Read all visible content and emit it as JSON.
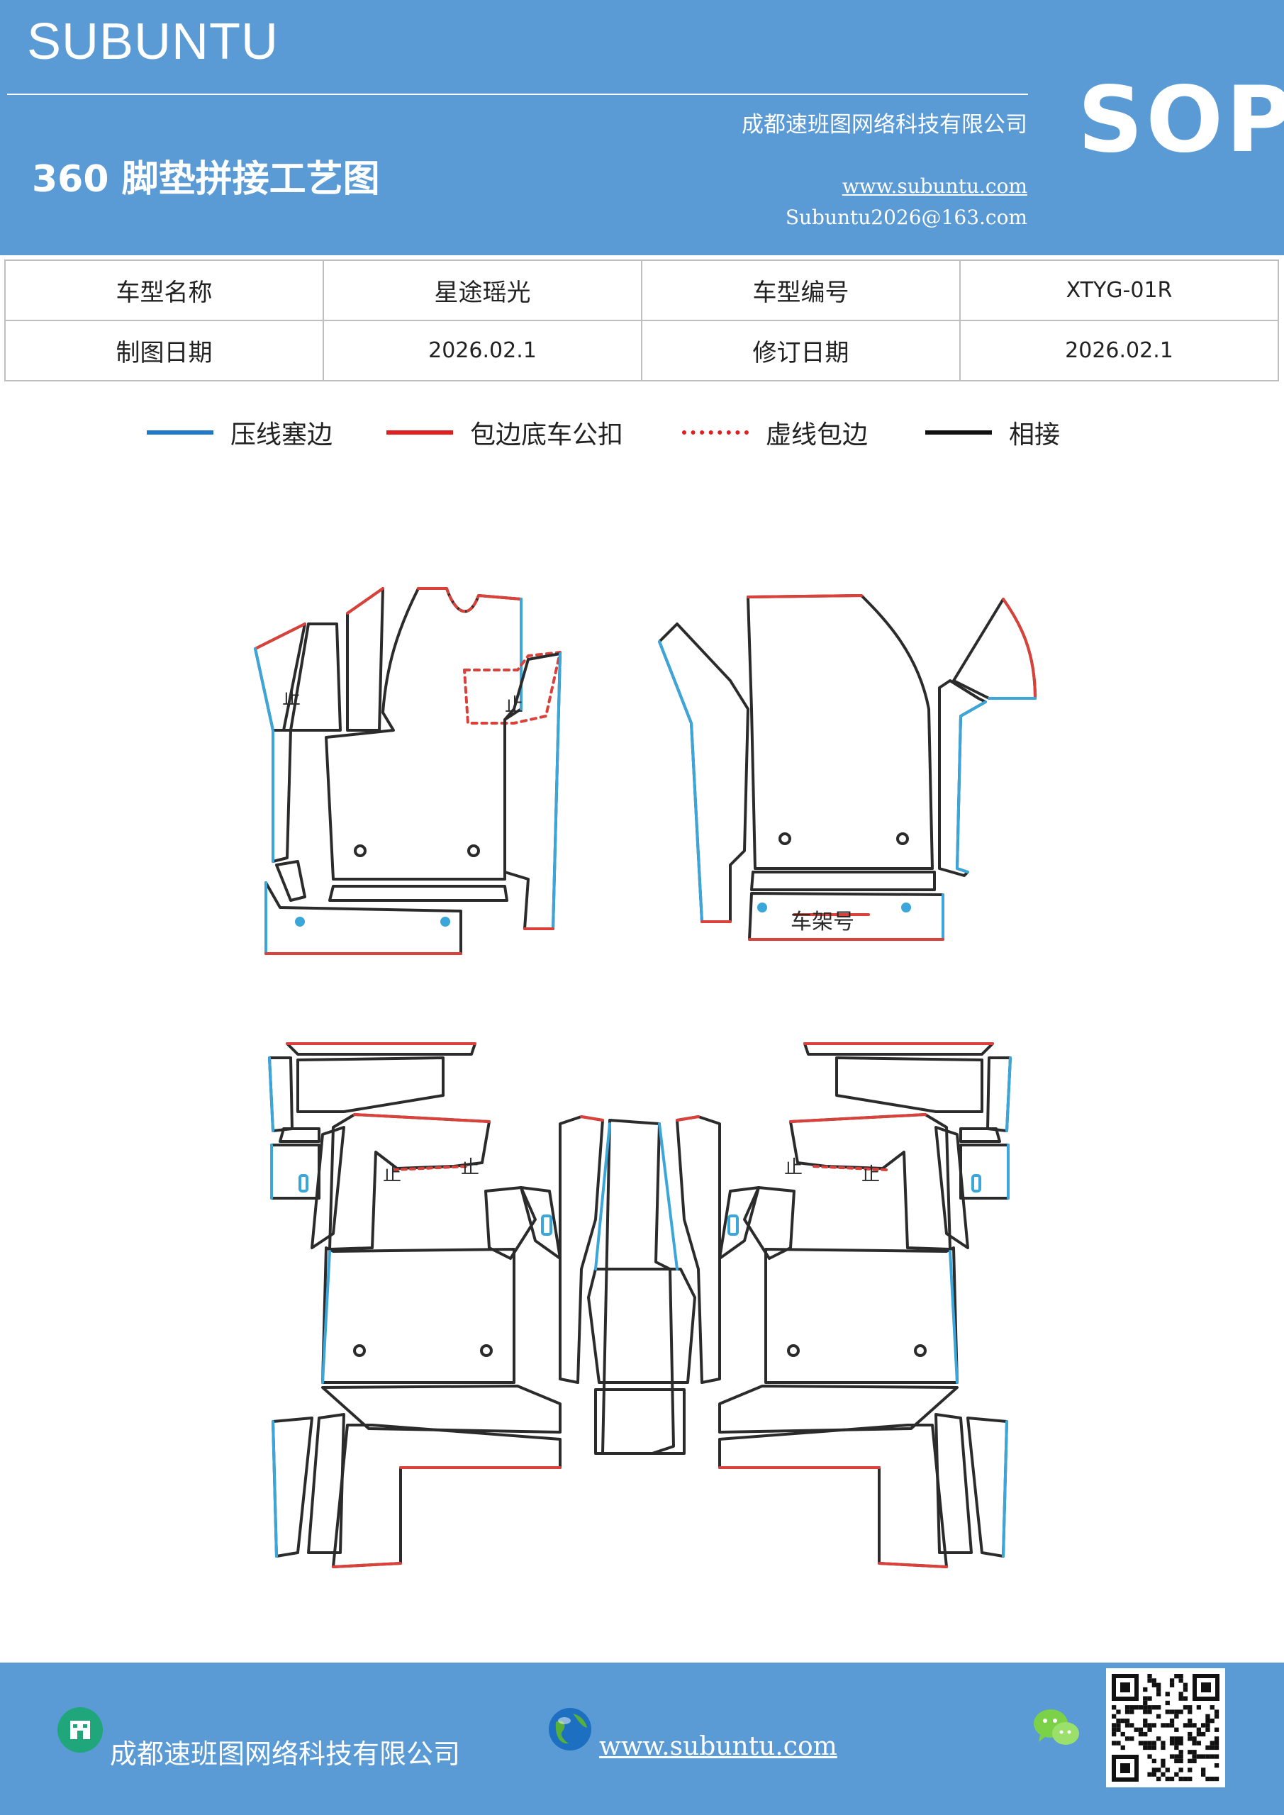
{
  "header": {
    "brand": "SUBUNTU",
    "company": "成都速班图网络科技有限公司",
    "badge": "SOP",
    "title": "360 脚垫拼接工艺图",
    "website": "www.subuntu.com",
    "email": "Subuntu2026@163.com"
  },
  "info_table": {
    "rows": [
      [
        "车型名称",
        "星途瑶光",
        "车型编号",
        "XTYG-01R"
      ],
      [
        "制图日期",
        "2026.02.1",
        "修订日期",
        "2026.02.1"
      ]
    ]
  },
  "legend": [
    {
      "label": "压线塞边",
      "color": "#1f78c8",
      "style": "solid"
    },
    {
      "label": "包边底车公扣",
      "color": "#e02020",
      "style": "solid"
    },
    {
      "label": "虚线包边",
      "color": "#e02020",
      "style": "dotted"
    },
    {
      "label": "相接",
      "color": "#111111",
      "style": "solid"
    }
  ],
  "diagram": {
    "marks": {
      "stop": "止",
      "frame": "车架号"
    },
    "colors": {
      "outline": "#2b2b2b",
      "blue": "#3aa6d9",
      "red": "#d9413a"
    }
  },
  "footer": {
    "company": "成都速班图网络科技有限公司",
    "website": "www.subuntu.com",
    "icons": [
      "building-icon",
      "globe-icon",
      "wechat-icon",
      "qr-code"
    ]
  }
}
